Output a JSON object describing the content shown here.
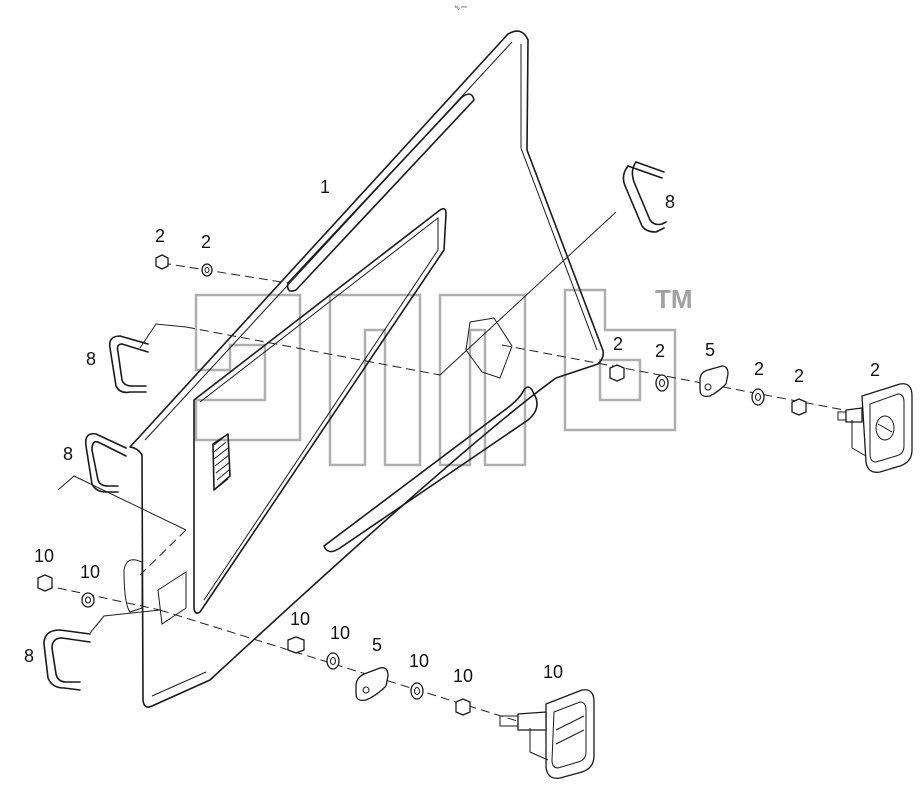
{
  "sheet_code": "ᴹᵩ ᵒᵒᵒ",
  "watermark": {
    "tm": "TM"
  },
  "callouts": [
    {
      "id": "c1",
      "text": "1"
    },
    {
      "id": "c2a",
      "text": "2"
    },
    {
      "id": "c2b",
      "text": "2"
    },
    {
      "id": "c8a",
      "text": "8"
    },
    {
      "id": "c8b",
      "text": "8"
    },
    {
      "id": "c8c",
      "text": "8"
    },
    {
      "id": "c8d",
      "text": "8"
    },
    {
      "id": "c2c",
      "text": "2"
    },
    {
      "id": "c2d",
      "text": "2"
    },
    {
      "id": "c5a",
      "text": "5"
    },
    {
      "id": "c2e",
      "text": "2"
    },
    {
      "id": "c2f",
      "text": "2"
    },
    {
      "id": "c2g",
      "text": "2"
    },
    {
      "id": "c10a",
      "text": "10"
    },
    {
      "id": "c10b",
      "text": "10"
    },
    {
      "id": "c10c",
      "text": "10"
    },
    {
      "id": "c10d",
      "text": "10"
    },
    {
      "id": "c5b",
      "text": "5"
    },
    {
      "id": "c10e",
      "text": "10"
    },
    {
      "id": "c10f",
      "text": "10"
    },
    {
      "id": "c10g",
      "text": "10"
    }
  ]
}
